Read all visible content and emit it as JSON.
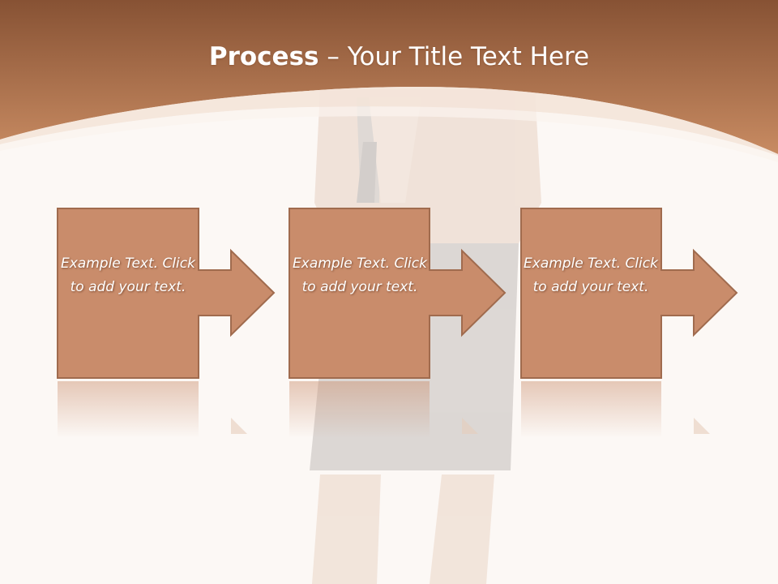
{
  "title": {
    "bold": "Process",
    "separator": " – ",
    "rest": "Your Title Text Here"
  },
  "steps": [
    {
      "text": "Example Text. Click to add your text."
    },
    {
      "text": "Example Text. Click to add your text."
    },
    {
      "text": "Example Text. Click to add your text."
    }
  ],
  "colors": {
    "header_top": "#8a5535",
    "header_bottom": "#c98c63",
    "box_fill": "#c98c6b",
    "box_border": "#a06b4e",
    "background": "#fcf8f5"
  }
}
